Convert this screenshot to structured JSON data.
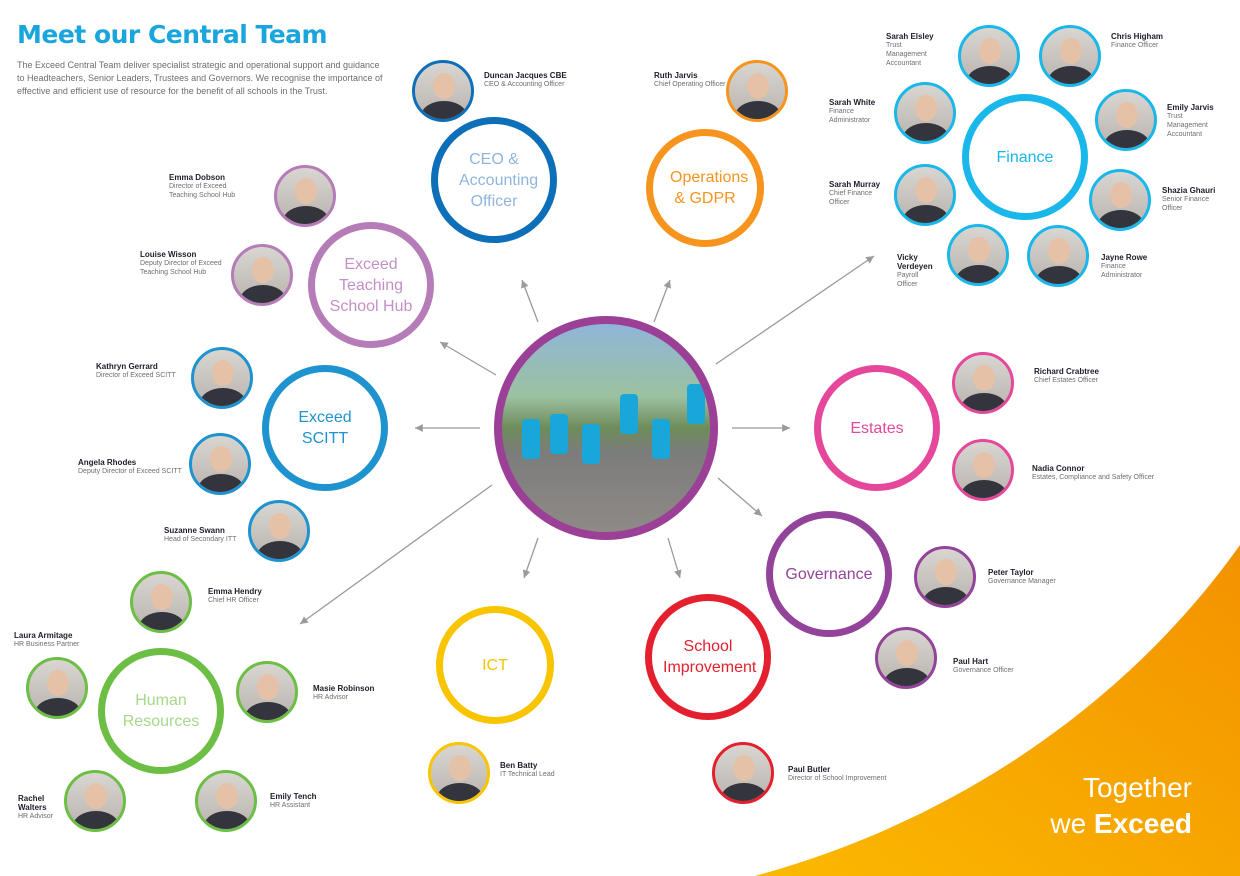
{
  "header": {
    "title": "Meet our Central Team",
    "intro": "The Exceed Central Team deliver specialist strategic and operational support and guidance to Headteachers, Senior Leaders, Trustees and Governors. We recognise the importance of effective and efficient use of resource for the benefit of all schools in the Trust."
  },
  "departments": [
    {
      "label": "CEO & Accounting Officer",
      "color": "#0d6fb8",
      "text_color": "#8fb5df"
    },
    {
      "label": "Operations & GDPR",
      "color": "#f7941d",
      "text_color": "#f7941d"
    },
    {
      "label": "Exceed Teaching School Hub",
      "color": "#b57cb8",
      "text_color": "#c490c6"
    },
    {
      "label": "Exceed SCITT",
      "color": "#1f93cf",
      "text_color": "#1f93cf"
    },
    {
      "label": "Finance",
      "color": "#1ab7ea",
      "text_color": "#1ab7ea"
    },
    {
      "label": "Estates",
      "color": "#e5489a",
      "text_color": "#e5489a"
    },
    {
      "label": "Governance",
      "color": "#93449a",
      "text_color": "#93449a"
    },
    {
      "label": "School Improvement",
      "color": "#e5202e",
      "text_color": "#e5202e"
    },
    {
      "label": "ICT",
      "color": "#f9c400",
      "text_color": "#f9c400"
    },
    {
      "label": "Human Resources",
      "color": "#6cbe45",
      "text_color": "#a5d98a"
    }
  ],
  "people": [
    {
      "name": "Duncan Jacques CBE",
      "role": "CEO & Accounting Officer",
      "dept": 0
    },
    {
      "name": "Ruth Jarvis",
      "role": "Chief Operating Officer",
      "dept": 1
    },
    {
      "name": "Emma Dobson",
      "role": "Director of Exceed Teaching School Hub",
      "dept": 2
    },
    {
      "name": "Louise Wisson",
      "role": "Deputy Director of Exceed Teaching School Hub",
      "dept": 2
    },
    {
      "name": "Kathryn Gerrard",
      "role": "Director of Exceed SCITT",
      "dept": 3
    },
    {
      "name": "Angela Rhodes",
      "role": "Deputy Director of Exceed SCITT",
      "dept": 3
    },
    {
      "name": "Suzanne Swann",
      "role": "Head of Secondary ITT",
      "dept": 3
    },
    {
      "name": "Sarah Elsley",
      "role": "Trust Management Accountant",
      "dept": 4
    },
    {
      "name": "Chris Higham",
      "role": "Finance Officer",
      "dept": 4
    },
    {
      "name": "Sarah White",
      "role": "Finance Administrator",
      "dept": 4
    },
    {
      "name": "Emily Jarvis",
      "role": "Trust Management Accountant",
      "dept": 4
    },
    {
      "name": "Sarah Murray",
      "role": "Chief Finance Officer",
      "dept": 4
    },
    {
      "name": "Shazia Ghauri",
      "role": "Senior Finance Officer",
      "dept": 4
    },
    {
      "name": "Vicky Verdeyen",
      "role": "Payroll Officer",
      "dept": 4
    },
    {
      "name": "Jayne Rowe",
      "role": "Finance Administrator",
      "dept": 4
    },
    {
      "name": "Richard Crabtree",
      "role": "Chief Estates Officer",
      "dept": 5
    },
    {
      "name": "Nadia Connor",
      "role": "Estates, Compliance and Safety Officer",
      "dept": 5
    },
    {
      "name": "Peter Taylor",
      "role": "Governance Manager",
      "dept": 6
    },
    {
      "name": "Paul Hart",
      "role": "Governance Officer",
      "dept": 6
    },
    {
      "name": "Paul Butler",
      "role": "Director of School Improvement",
      "dept": 7
    },
    {
      "name": "Ben Batty",
      "role": "IT Technical Lead",
      "dept": 8
    },
    {
      "name": "Emma Hendry",
      "role": "Chief HR Officer",
      "dept": 9
    },
    {
      "name": "Laura Armitage",
      "role": "HR Business Partner",
      "dept": 9
    },
    {
      "name": "Masie Robinson",
      "role": "HR Advisor",
      "dept": 9
    },
    {
      "name": "Rachel Walters",
      "role": "HR Advisor",
      "dept": 9
    },
    {
      "name": "Emily Tench",
      "role": "HR Assistant",
      "dept": 9
    }
  ],
  "tagline": {
    "line1": "Together",
    "line2_prefix": "we",
    "line2_bold": "Exceed"
  },
  "colors": {
    "title": "#1aa6dc",
    "center_ring": "#9b3f97",
    "swoosh": "#f7941d"
  }
}
